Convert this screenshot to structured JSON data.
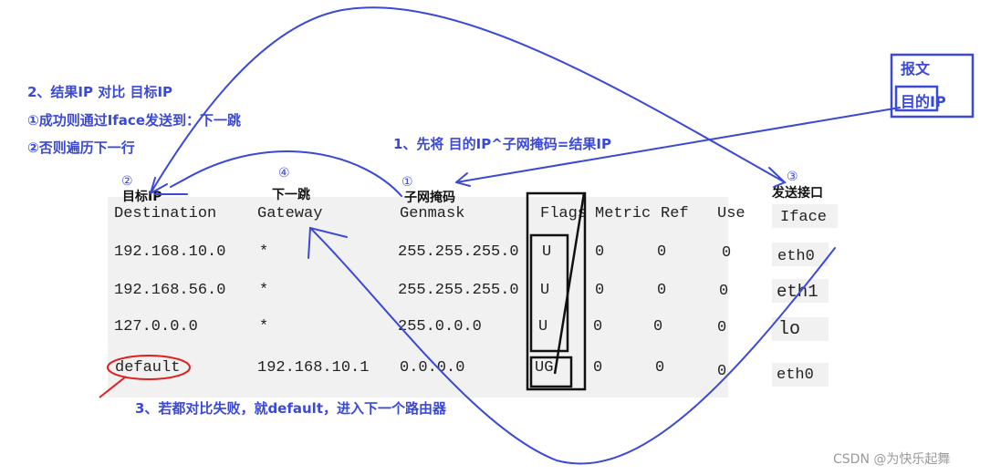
{
  "table": {
    "headers": [
      "Destination",
      "Gateway",
      "Genmask",
      "Flags",
      "Metric",
      "Ref",
      "Use",
      "Iface"
    ],
    "rows": [
      [
        "192.168.10.0",
        "*",
        "255.255.255.0",
        "U",
        "0",
        "0",
        "0",
        "eth0"
      ],
      [
        "192.168.56.0",
        "*",
        "255.255.255.0",
        "U",
        "0",
        "0",
        "0",
        "eth1"
      ],
      [
        "127.0.0.0",
        "*",
        "255.0.0.0",
        "U",
        "0",
        "0",
        "0",
        "lo"
      ],
      [
        "default",
        "192.168.10.1",
        "0.0.0.0",
        "UG",
        "0",
        "0",
        "0",
        "eth0"
      ]
    ]
  },
  "annotations": {
    "step2_title": "2、结果IP 对比 目标IP",
    "step2_a": "①成功则通过Iface发送到：下一跳",
    "step2_b": "②否则遍历下一行",
    "step1": "1、先将 目的IP^子网掩码=结果IP",
    "step3": "3、若都对比失败，就default，进入下一个路由器",
    "packet_title": "报文",
    "packet_dest": "目的IP",
    "label_target_num": "②",
    "label_target": "目标IP",
    "label_nexthop_num": "④",
    "label_nexthop": "下一跳",
    "label_mask_num": "①",
    "label_mask": "子网掩码",
    "label_iface_num": "③",
    "label_iface": "发送接口"
  },
  "watermark": "CSDN @为快乐起舞",
  "colors": {
    "annotation_blue": "#3a49d6",
    "highlight_red": "#e02020",
    "table_bg": "#f1f1f1"
  }
}
